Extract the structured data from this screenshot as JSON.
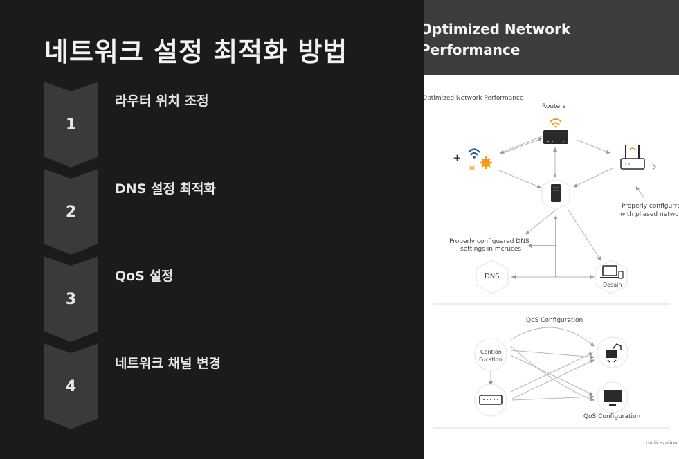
{
  "slide": {
    "title": "네트워크 설정 최적화 방법",
    "steps": [
      {
        "num": "1",
        "label": "라우터 위치 조정"
      },
      {
        "num": "2",
        "label": "DNS 설정 최적화"
      },
      {
        "num": "3",
        "label": "QoS 설정"
      },
      {
        "num": "4",
        "label": "네트워크 채널 변경"
      }
    ]
  },
  "figure": {
    "header_line1": "Optimized Network",
    "header_line2": "Performance",
    "caption": "Optimized Network Performance",
    "routers_label": "Routers",
    "plus_label": "+",
    "right_note_1": "Properly configurre",
    "right_note_2": "with pliased networ",
    "dns_note_1": "Properly configuared DNS",
    "dns_note_2": "settings in mcruces",
    "dns_node": "DNS",
    "device_node": "Desain",
    "qos_title": "QoS Configuration",
    "contion_1": "Contion",
    "contion_2": "Fucation",
    "qos_bottom": "QoS Configuration",
    "footer": "Undicazationl c",
    "colors": {
      "accent": "#f39a1e",
      "icon_blue": "#1f5e8c",
      "line": "#b5b5b5"
    }
  }
}
